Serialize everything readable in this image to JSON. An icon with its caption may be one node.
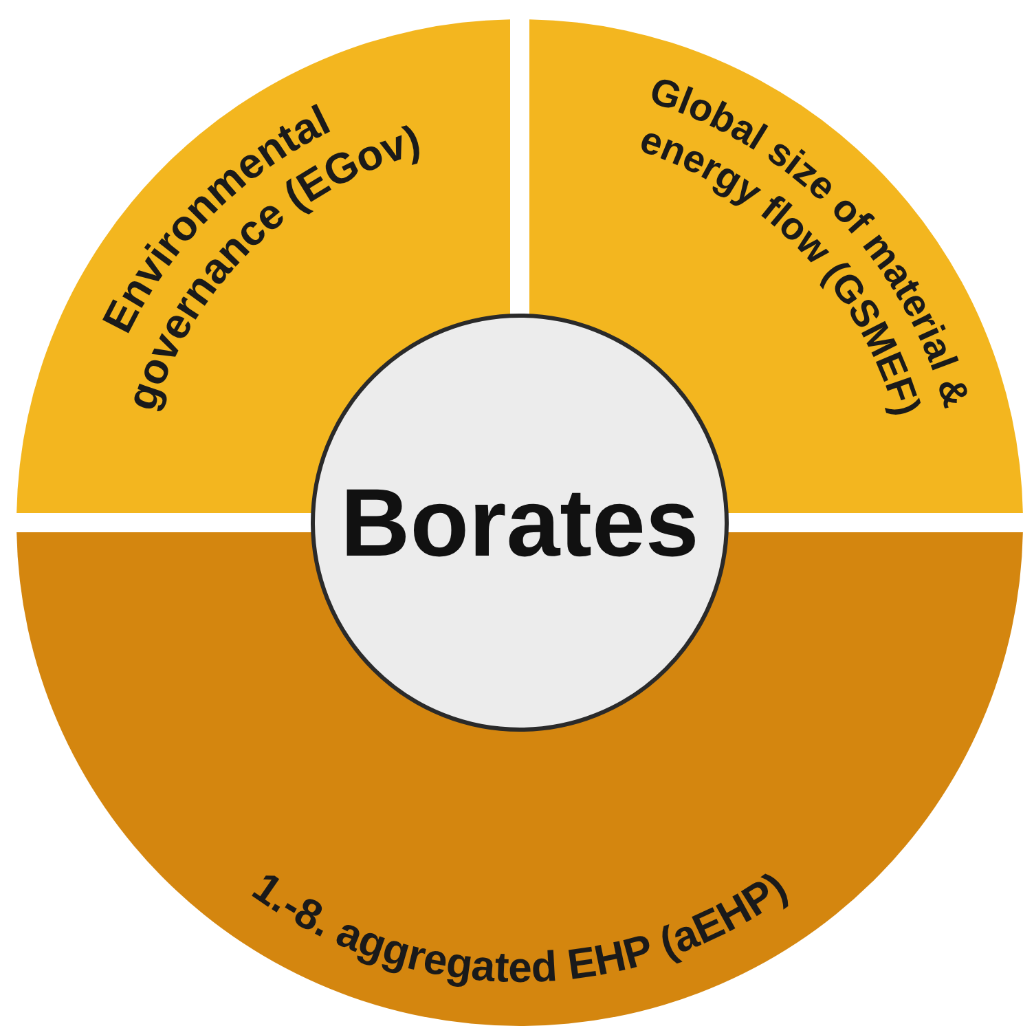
{
  "diagram": {
    "nodes": [
      {
        "text": [
          "Environmental governance (EGov)"
        ]
      },
      {
        "text": [
          "Global size of material & energy flow (GSMEF)"
        ]
      },
      {
        "text": [
          "1.-8. aggregated EHP (aEHP)"
        ]
      },
      {
        "text": [
          "Borates"
        ]
      }
    ]
  }
}
